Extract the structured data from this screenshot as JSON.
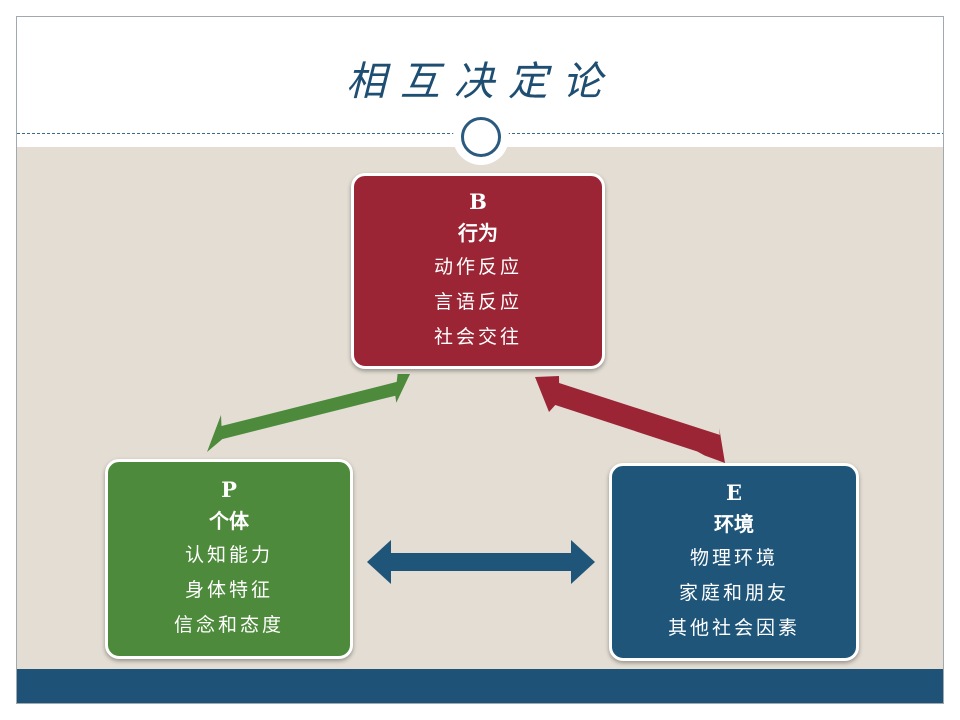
{
  "slide": {
    "title": "相互决定论"
  },
  "nodes": {
    "b": {
      "letter": "B",
      "name": "行为",
      "items": [
        "动作反应",
        "言语反应",
        "社会交往"
      ]
    },
    "p": {
      "letter": "P",
      "name": "个体",
      "items": [
        "认知能力",
        "身体特征",
        "信念和态度"
      ]
    },
    "e": {
      "letter": "E",
      "name": "环境",
      "items": [
        "物理环境",
        "家庭和朋友",
        "其他社会因素"
      ]
    }
  },
  "colors": {
    "behavior_red": "#9b2535",
    "person_green": "#4d8a3b",
    "environment_blue": "#1e5579",
    "background_beige": "#e3ddd3",
    "title_blue": "#1e4e72"
  },
  "icons": {
    "ring": "ring-icon",
    "arrow_bp": "double-arrow-icon",
    "arrow_be": "double-arrow-icon",
    "arrow_pe": "double-arrow-icon"
  }
}
